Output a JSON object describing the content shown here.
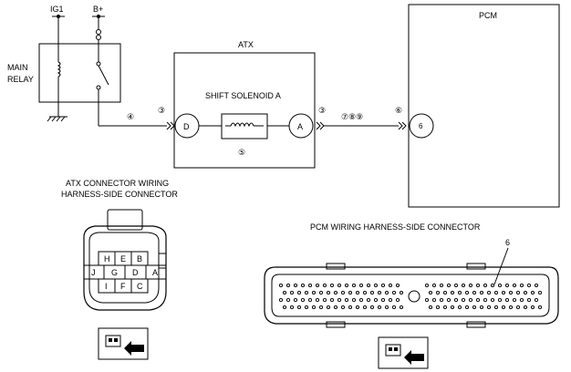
{
  "power": {
    "ig1": "IG1",
    "bplus": "B+"
  },
  "main_relay": {
    "line1": "MAIN",
    "line2": "RELAY"
  },
  "atx": {
    "title": "ATX",
    "component": "SHIFT SOLENOID A",
    "terminal_left": "D",
    "terminal_right": "A"
  },
  "pcm": {
    "title": "PCM",
    "terminal": "6"
  },
  "wire_markers": {
    "m4": "④",
    "m3_left": "③",
    "m3_right": "③",
    "m5": "⑤",
    "m789": "⑦⑧⑨",
    "m6": "⑥"
  },
  "atx_connector": {
    "caption_line1": "ATX CONNECTOR WIRING",
    "caption_line2": "HARNESS-SIDE CONNECTOR",
    "row1": [
      "H",
      "E",
      "B"
    ],
    "row2": [
      "J",
      "G",
      "D",
      "A"
    ],
    "row3": [
      "I",
      "F",
      "C"
    ]
  },
  "pcm_connector": {
    "caption": "PCM WIRING HARNESS-SIDE CONNECTOR",
    "pin_callout": "6"
  }
}
